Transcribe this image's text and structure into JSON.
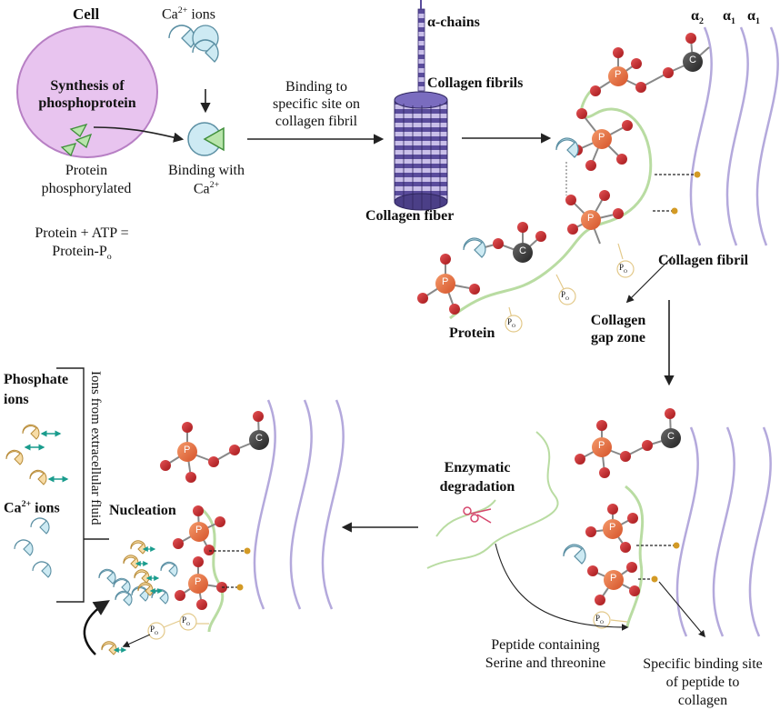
{
  "labels": {
    "cell": "Cell",
    "synthesis": "Synthesis of",
    "phosphoprotein": "phosphoprotein",
    "protein_phosphorylated_1": "Protein",
    "protein_phosphorylated_2": "phosphorylated",
    "equation_1": "Protein + ATP =",
    "equation_2": "Protein-P",
    "equation_2_sub": "o",
    "ca_ions_top": "Ca",
    "ca_ions_top_sup": "2+",
    "ca_ions_top_rest": " ions",
    "binding_with_1": "Binding with",
    "binding_with_2": "Ca",
    "binding_with_2_sup": "2+",
    "binding_site_1": "Binding to",
    "binding_site_2": "specific site on",
    "binding_site_3": "collagen fibril",
    "alpha_chains": "α-chains",
    "collagen_fibrils": "Collagen fibrils",
    "collagen_fiber": "Collagen fiber",
    "alpha2": "α",
    "alpha2_sub": "2",
    "alpha1a": "α",
    "alpha1a_sub": "1",
    "alpha1b": "α",
    "alpha1b_sub": "1",
    "collagen_fibril": "Collagen fibril",
    "protein": "Protein",
    "gap_zone_1": "Collagen",
    "gap_zone_2": "gap zone",
    "phosphate_ions_1": "Phosphate",
    "phosphate_ions_2": "ions",
    "ca_ions_left": "Ca",
    "ca_ions_left_sup": "2+",
    "ca_ions_left_rest": " ions",
    "ions_extracellular": "Ions from extracellular fluid",
    "nucleation": "Nucleation",
    "enzymatic_1": "Enzymatic",
    "enzymatic_2": "degradation",
    "peptide_1": "Peptide containing",
    "peptide_2": "Serine and threonine",
    "specific_1": "Specific binding site",
    "specific_2": "of peptide to",
    "specific_3": "collagen",
    "p_letter": "P",
    "c_letter": "C",
    "po": "P",
    "po_sub": "O"
  },
  "colors": {
    "cell_fill": "#e8c4ef",
    "cell_stroke": "#b77fc4",
    "ca_ion": "#cdeaf3",
    "ca_ion_stroke": "#5b8fa3",
    "phosphate_ion": "#f7dca6",
    "oxygen": "#c8282a",
    "phosphorus": "#e8683a",
    "carbon": "#3a3a3a",
    "protein_strand": "#b9dca2",
    "collagen_line": "#b4a9dc",
    "fiber": "#5a4c9c",
    "fiber_light": "#c9bfe9",
    "arrow": "#222222",
    "teal_arrow": "#1a9c8d",
    "binding_dot": "#d39a25",
    "triangle": "#8fcf7f"
  }
}
